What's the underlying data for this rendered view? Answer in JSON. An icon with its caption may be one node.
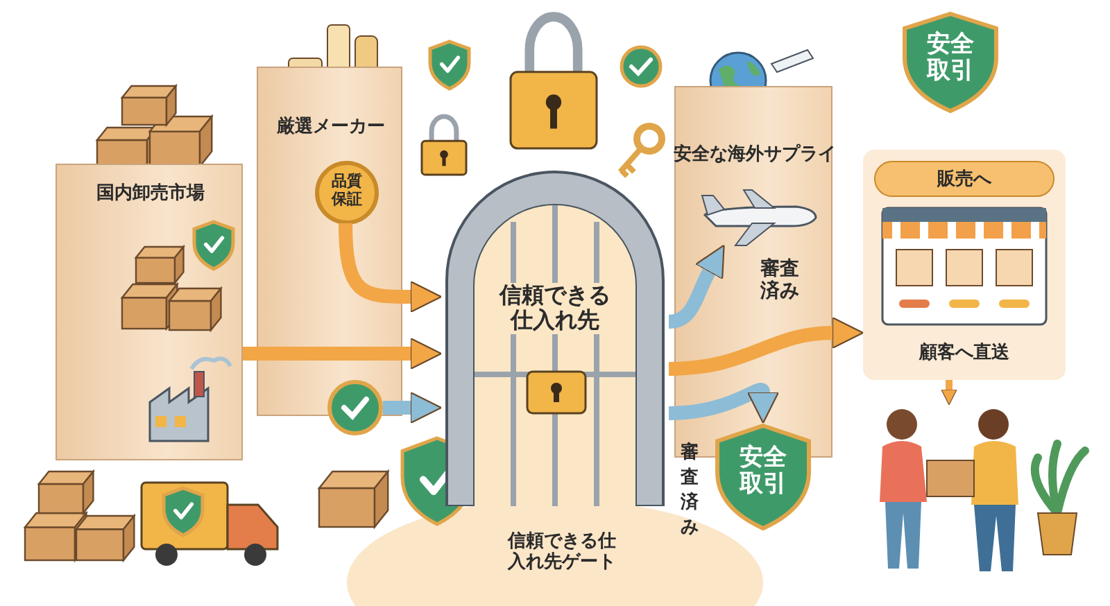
{
  "diagram": {
    "nodes": [
      {
        "text": [
          "国内卸売市場"
        ]
      },
      {
        "text": [
          "厳選メーカー"
        ]
      },
      {
        "text": [
          "品質保証"
        ],
        "in": 1
      },
      {
        "text": [],
        "shape": "circle"
      },
      {
        "text": [
          "信頼できる仕入れ先"
        ],
        "beside": [
          "信頼できる仕入れ先ゲート"
        ]
      },
      {
        "text": [
          "安全な海外サプライ"
        ]
      },
      {
        "text": [],
        "shape": "picture",
        "in": 5
      },
      {
        "text": [
          "安全取引"
        ]
      },
      {
        "text": [
          "販売へ",
          "顧客へ直送"
        ]
      },
      {
        "text": [],
        "shape": "person"
      },
      {
        "text": [
          "安全取引"
        ]
      }
    ],
    "edges": [
      {
        "from": 2,
        "to": 4,
        "arrow": "to"
      },
      {
        "from": 0,
        "to": 4,
        "arrow": "to"
      },
      {
        "from": 3,
        "to": 4,
        "arrow": "to",
        "color": "#8dbcd6"
      },
      {
        "from": 4,
        "to": 6,
        "arrow": "to",
        "color": "#8dbcd6"
      },
      {
        "from": 4,
        "to": 8,
        "arrow": "to"
      },
      {
        "from": 4,
        "to": 10,
        "arrow": "to",
        "color": "#8dbcd6"
      },
      {
        "from": 8,
        "to": 9,
        "arrow": "to"
      }
    ],
    "labels": [
      "審査済み",
      "審査済み"
    ]
  }
}
